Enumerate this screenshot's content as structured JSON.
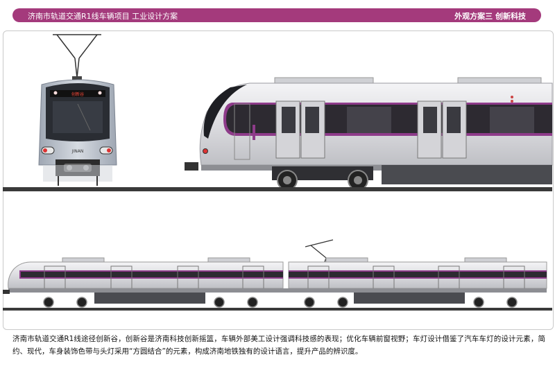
{
  "header": {
    "left_title": "济南市轨道交通R1线车辆项目    工业设计方案",
    "right_title": "外观方案三  创新科技"
  },
  "train": {
    "front_plate": "JINAN",
    "destination_display": "创新谷",
    "accent_color": "#8e3b8a",
    "body_color": "#e3e3e7",
    "header_color": "#a43a7c"
  },
  "caption": "济南市轨道交通R1线途径创新谷，创新谷是济南科技创新摇篮，车辆外部美工设计强调科技感的表现；优化车辆前窗视野；车灯设计借鉴了汽车车灯的设计元素，简约、现代，车身装饰色带与头灯采用“方圆结合”的元素，构成济南地铁独有的设计语言，提升产品的辨识度。"
}
